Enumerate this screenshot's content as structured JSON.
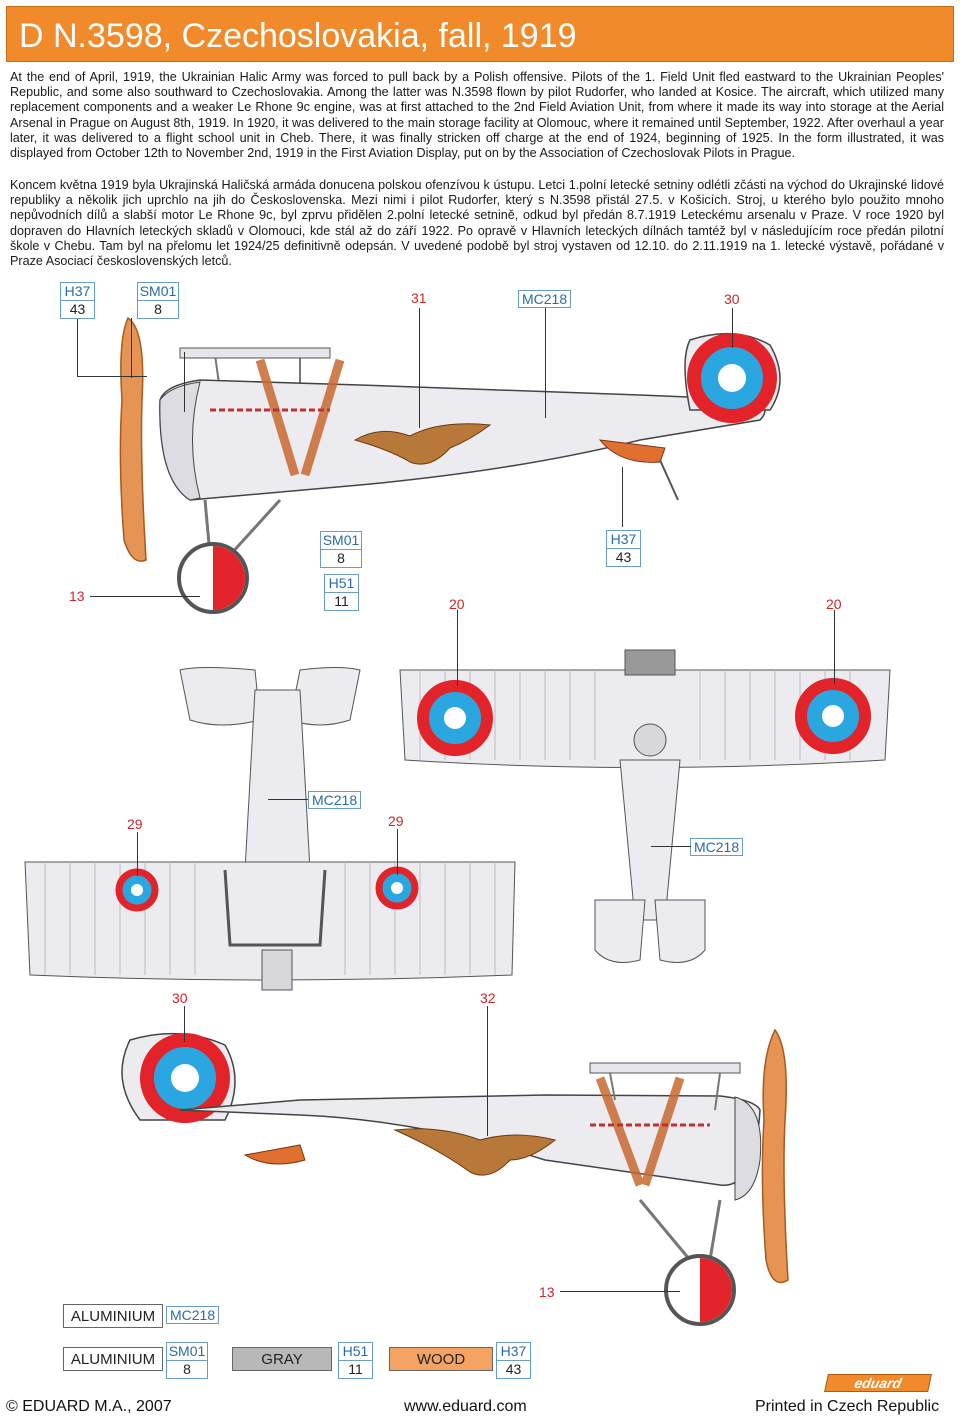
{
  "title": "D N.3598, Czechoslovakia, fall, 1919",
  "text_en": "At the end of April, 1919, the Ukrainian Halic Army was forced to pull back by a Polish offensive. Pilots of the 1. Field Unit fled eastward to the Ukrainian Peoples' Republic, and some also southward to Czechoslovakia. Among the latter was N.3598 flown by pilot Rudorfer, who landed at Kosice. The aircraft, which utilized many replacement components and a weaker Le Rhone 9c engine, was at first attached to the 2nd Field Aviation Unit, from where it made its way into storage at the Aerial Arsenal in Prague on August 8th, 1919. In 1920, it was delivered to the main storage facility at Olomouc, where it remained until September, 1922. After overhaul a year later, it was delivered to a flight school unit in Cheb. There, it was finally stricken off charge at the end of 1924, beginning of 1925. In the form illustrated, it was displayed from October 12th to November 2nd, 1919 in the First Aviation Display, put on by the Association of Czechoslovak Pilots in Prague.",
  "text_cz": "Koncem května 1919 byla Ukrajinská Haličská armáda donucena polskou ofenzívou k ústupu. Letci 1.polní letecké setniny odlétli zčásti na východ do Ukrajinské lidové republiky a několik jich uprchlo na jih do Československa. Mezi nimi i pilot Rudorfer, který s N.3598 přistál 27.5. v Košicích. Stroj, u kterého bylo použito mnoho nepůvodních dílů a slabší motor Le Rhone 9c, byl zprvu přidělen 2.polní letecké setnině, odkud byl předán 8.7.1919 Leteckému arsenalu v Praze. V roce 1920 byl dopraven do Hlavních leteckých skladů v Olomouci, kde stál až do září 1922. Po opravě v Hlavních leteckých dílnách tamtéž byl v následujícím roce předán pilotní škole v Chebu. Tam byl na přelomu let 1924/25 definitivně odepsán. V uvedené podobě byl stroj vystaven od 12.10. do 2.11.1919 na 1. letecké výstavě, pořádané v Praze Asociací československých letců.",
  "callouts": {
    "h37_top": {
      "code": "H37",
      "num": "43"
    },
    "sm01_top": {
      "code": "SM01",
      "num": "8"
    },
    "n31": "31",
    "mc218_top": "MC218",
    "n30_top": "30",
    "sm01_mid": {
      "code": "SM01",
      "num": "8"
    },
    "h51_mid": {
      "code": "H51",
      "num": "11"
    },
    "h37_mid": {
      "code": "H37",
      "num": "43"
    },
    "n13_top": "13",
    "n20_a": "20",
    "n20_b": "20",
    "mc218_bottomview": "MC218",
    "n29_a": "29",
    "n29_b": "29",
    "mc218_topview": "MC218",
    "n30_bottom": "30",
    "n32": "32",
    "n13_bottom": "13"
  },
  "legend": [
    {
      "name": "ALUMINIUM",
      "code": "MC218",
      "num": "",
      "color": "#ffffff"
    },
    {
      "name": "ALUMINIUM",
      "code": "SM01",
      "num": "8",
      "color": "#ffffff"
    },
    {
      "name": "GRAY",
      "code": "H51",
      "num": "11",
      "color": "#b8b8b8"
    },
    {
      "name": "WOOD",
      "code": "H37",
      "num": "43",
      "color": "#f4a362"
    }
  ],
  "footer": {
    "copyright": "© EDUARD M.A., 2007",
    "url": "www.eduard.com",
    "printed": "Printed in Czech Republic",
    "logo": "eduard"
  },
  "colors": {
    "accent": "#f08a2a",
    "roundel_red": "#e2232a",
    "roundel_blue": "#2aa7e0",
    "aluminium": "#e8e8ec",
    "wood": "#e0894a"
  }
}
